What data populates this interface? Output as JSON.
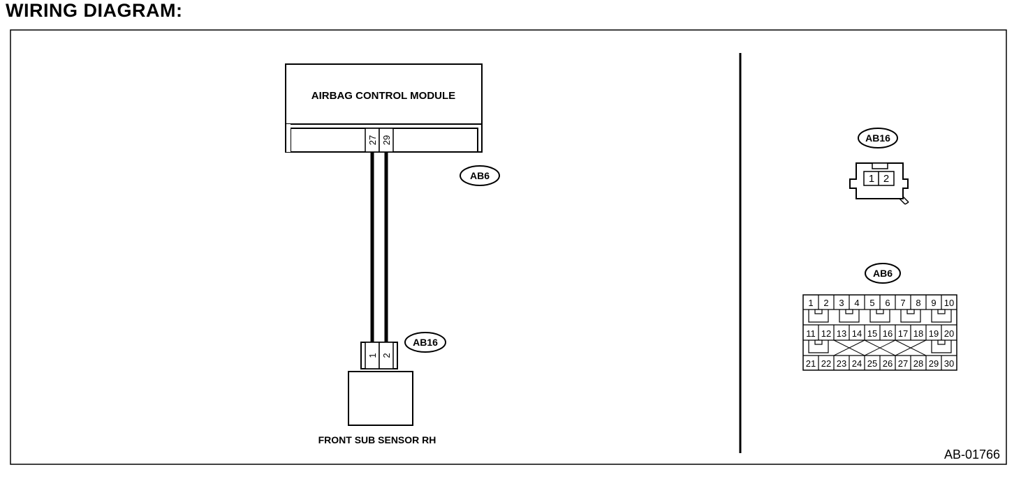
{
  "heading": "WIRING DIAGRAM:",
  "diagram_id": "AB-01766",
  "module": {
    "label": "AIRBAG CONTROL MODULE",
    "connector": "AB6",
    "pins": [
      "27",
      "29"
    ]
  },
  "sensor": {
    "label": "FRONT SUB SENSOR RH",
    "connector": "AB16",
    "pins": [
      "1",
      "2"
    ]
  },
  "connector_views": {
    "ab16": {
      "tag": "AB16",
      "pins": [
        "1",
        "2"
      ]
    },
    "ab6": {
      "tag": "AB6",
      "row1": [
        "1",
        "2",
        "3",
        "4",
        "5",
        "6",
        "7",
        "8",
        "9",
        "10"
      ],
      "row2": [
        "11",
        "12",
        "13",
        "14",
        "15",
        "16",
        "17",
        "18",
        "19",
        "20"
      ],
      "row3": [
        "21",
        "22",
        "23",
        "24",
        "25",
        "26",
        "27",
        "28",
        "29",
        "30"
      ]
    }
  }
}
